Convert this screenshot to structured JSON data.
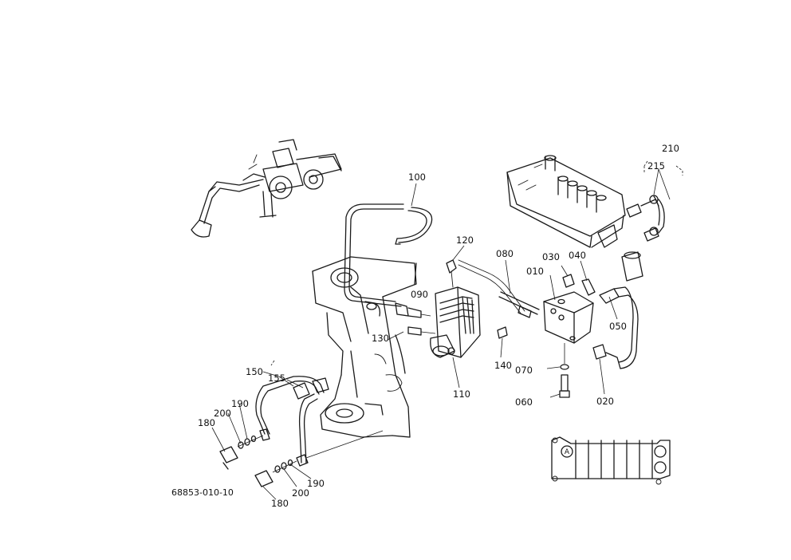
{
  "drawing_code": "68853-010-10",
  "detail_marker": "A",
  "callouts": [
    {
      "id": "c100",
      "text": "100"
    },
    {
      "id": "c120",
      "text": "120"
    },
    {
      "id": "c080",
      "text": "080"
    },
    {
      "id": "c030",
      "text": "030"
    },
    {
      "id": "c040",
      "text": "040"
    },
    {
      "id": "c010",
      "text": "010"
    },
    {
      "id": "c090",
      "text": "090"
    },
    {
      "id": "c130",
      "text": "130"
    },
    {
      "id": "c140",
      "text": "140"
    },
    {
      "id": "c110",
      "text": "110"
    },
    {
      "id": "c050",
      "text": "050"
    },
    {
      "id": "c070",
      "text": "070"
    },
    {
      "id": "c020",
      "text": "020"
    },
    {
      "id": "c060",
      "text": "060"
    },
    {
      "id": "c210",
      "text": "210"
    },
    {
      "id": "c215",
      "text": "215"
    },
    {
      "id": "c150",
      "text": "150"
    },
    {
      "id": "c155",
      "text": "155"
    },
    {
      "id": "c190a",
      "text": "190"
    },
    {
      "id": "c200a",
      "text": "200"
    },
    {
      "id": "c180a",
      "text": "180"
    },
    {
      "id": "c190b",
      "text": "190"
    },
    {
      "id": "c200b",
      "text": "200"
    },
    {
      "id": "c180b",
      "text": "180"
    }
  ]
}
